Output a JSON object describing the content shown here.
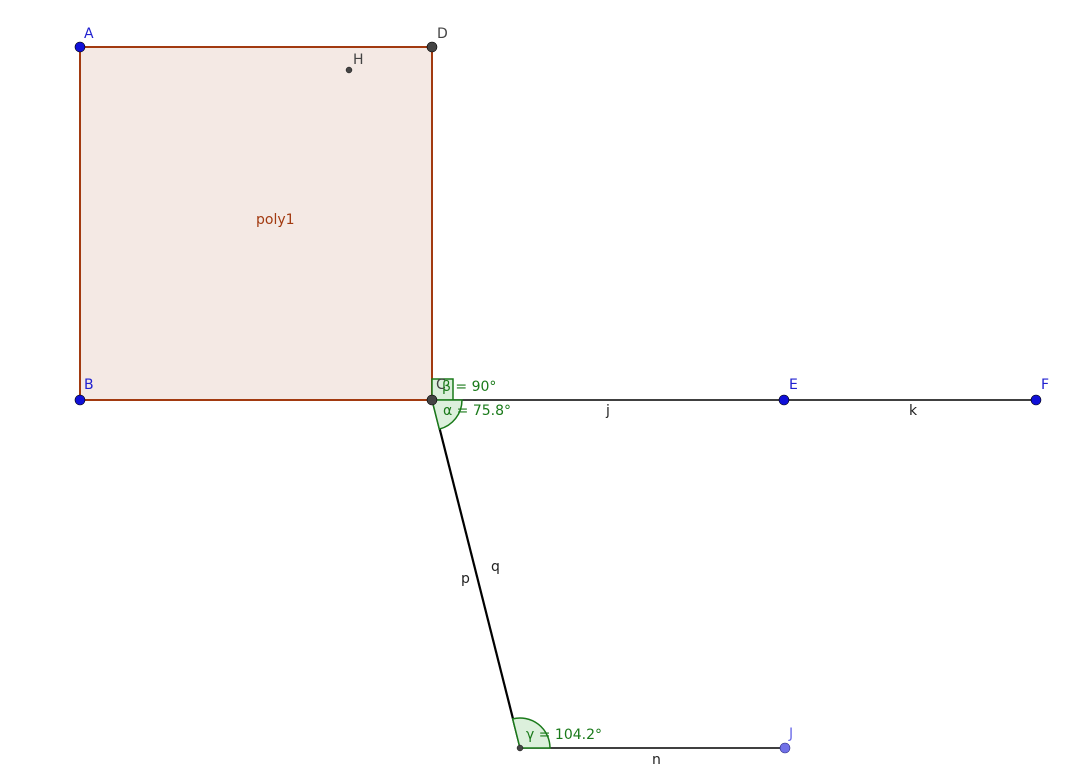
{
  "colors": {
    "polygon_fill": "#f4e9e4",
    "polygon_stroke": "#a23a10",
    "polygon_label": "#a23a10",
    "free_point": "#1010d8",
    "free_point_light": "#7070e8",
    "dependent_point": "#444444",
    "point_label_blue": "#2020d0",
    "point_label_light": "#6a6ae8",
    "point_label_dark": "#444444",
    "segment": "#000000",
    "angle_stroke": "#1a7a1a",
    "angle_fill": "#dcf0dc",
    "angle_label": "#1a7a1a"
  },
  "polygon": {
    "label": "poly1"
  },
  "points": {
    "A": {
      "label": "A"
    },
    "B": {
      "label": "B"
    },
    "C": {
      "label": "C"
    },
    "D": {
      "label": "D"
    },
    "E": {
      "label": "E"
    },
    "F": {
      "label": "F"
    },
    "H": {
      "label": "H"
    },
    "J": {
      "label": "J"
    }
  },
  "segments": {
    "j": {
      "label": "j"
    },
    "k": {
      "label": "k"
    },
    "n": {
      "label": "n"
    },
    "p": {
      "label": "p"
    },
    "q": {
      "label": "q"
    }
  },
  "angles": {
    "beta": {
      "label": "β = 90°"
    },
    "alpha": {
      "label": "α = 75.8°"
    },
    "gamma": {
      "label": "γ = 104.2°"
    }
  }
}
